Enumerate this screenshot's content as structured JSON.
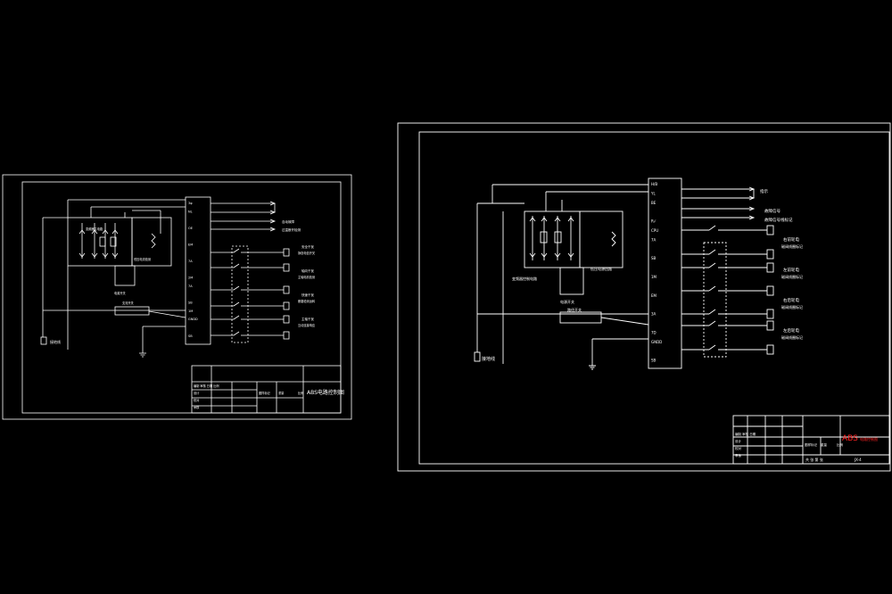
{
  "colors": {
    "background": "#000000",
    "line": "#ffffff",
    "accent": "#ff2020"
  },
  "sheets": [
    {
      "id": "left",
      "terminals": [
        "3φ",
        "NL",
        "",
        "OE",
        "",
        "EM",
        "",
        "7A",
        "",
        "2M",
        "7A",
        "",
        "SB",
        "1M",
        "GNDD",
        "",
        "SB"
      ],
      "right_labels": [
        "",
        "",
        "自动故障",
        "过温断开检测"
      ],
      "coil_labels": [
        "安全干扰",
        "静态电信开关",
        "轴向干扰",
        "主轴电机检测",
        "快速干扰",
        "断路检测运转",
        "主轴干扰",
        "互动连接响应"
      ],
      "block_labels": [
        "变频器主电路",
        "低压电流检测",
        "电源开关",
        "支流开关"
      ],
      "ground_label": "接地线",
      "title_block": {
        "drawing_title": "ABS电路控制图",
        "rows": [
          "编制 审核 日期 比例",
          "设计",
          "校对",
          "审核"
        ],
        "cells": [
          "图样标记",
          "重量",
          "比例"
        ]
      }
    },
    {
      "id": "right",
      "terminals": [
        "H/B",
        "YL",
        "BE",
        "",
        "R√",
        "CPU",
        "7A",
        "",
        "SB",
        "",
        "1M",
        "",
        "EM",
        "",
        "3A",
        "",
        "7D",
        "GNDD",
        "",
        "SB"
      ],
      "right_labels": [
        "指示",
        "故障信号",
        "故障信号线标记"
      ],
      "coil_labels": [
        "右前轮电",
        "磁阀线圈标记",
        "左前轮电",
        "磁阀线圈标记",
        "右后轮电",
        "磁阀线圈标记",
        "左后轮电",
        "磁阀线圈标记"
      ],
      "block_labels": [
        "变频器控制电路",
        "低压电源回路",
        "电源开关",
        "路径开关"
      ],
      "ground_label": "接地线",
      "title_block": {
        "brand": "ABS",
        "brand_sub": "电路控制图",
        "rows": [
          "编制 审核 日期",
          "设计",
          "校对",
          "审核"
        ],
        "cells": [
          "图样标记",
          "重量",
          "比例"
        ],
        "sheet": "共 张  第 张",
        "code": "JX-4"
      }
    }
  ]
}
